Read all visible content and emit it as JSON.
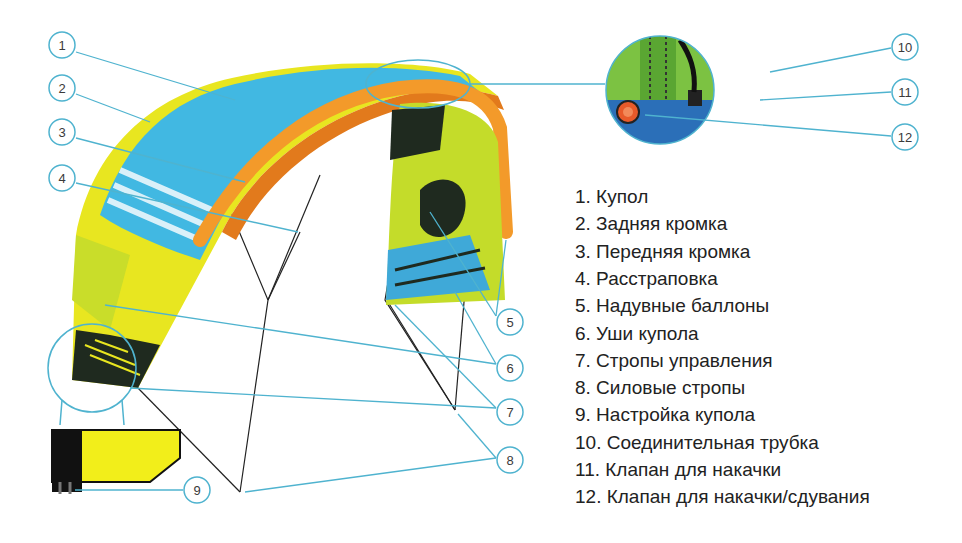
{
  "diagram": {
    "nodes": [
      {
        "text": [
          "1"
        ]
      },
      {
        "text": [
          "2"
        ]
      },
      {
        "text": [
          "3"
        ]
      },
      {
        "text": [
          "4"
        ]
      },
      {
        "text": [
          "5"
        ]
      },
      {
        "text": [
          "6"
        ]
      },
      {
        "text": [
          "7"
        ]
      },
      {
        "text": [
          "8"
        ]
      },
      {
        "text": [
          "9"
        ]
      },
      {
        "text": [
          "10"
        ]
      },
      {
        "text": [
          "11"
        ]
      },
      {
        "text": [
          "12"
        ]
      }
    ],
    "labels": [
      "1. Купол",
      "2. Задняя кромка",
      "3. Передняя кромка",
      "4. Расстраповка",
      "5. Надувные баллоны",
      "6. Уши купола",
      "7. Стропы управления",
      "8. Силовые стропы",
      "9. Настройка купола",
      "10. Соединительная трубка",
      "11. Клапан для накачки",
      "12. Клапан для накачки/сдувания"
    ]
  }
}
